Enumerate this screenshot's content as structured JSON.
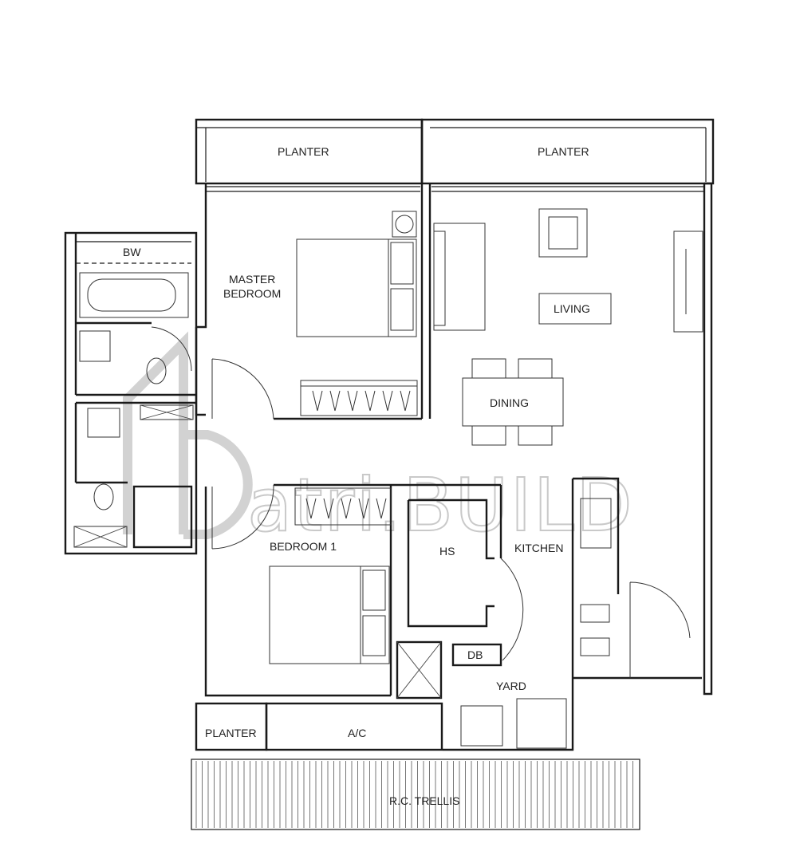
{
  "rooms": {
    "planter_master": "PLANTER",
    "planter_living": "PLANTER",
    "bw": "BW",
    "master_bedroom_line1": "MASTER",
    "master_bedroom_line2": "BEDROOM",
    "living": "LIVING",
    "dining": "DINING",
    "bedroom1": "BEDROOM 1",
    "hs": "HS",
    "kitchen": "KITCHEN",
    "db": "DB",
    "yard": "YARD",
    "planter_bottom": "PLANTER",
    "ac": "A/C",
    "trellis": "R.C. TRELLIS"
  },
  "watermark": {
    "text": "atri.BUILD"
  }
}
